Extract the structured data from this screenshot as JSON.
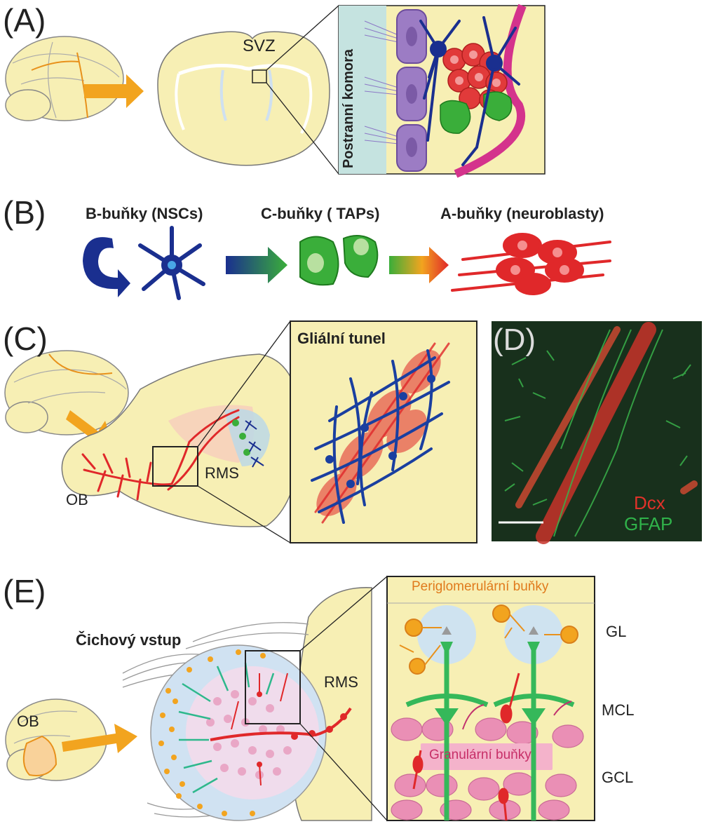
{
  "panels": {
    "a": {
      "letter": "(A)",
      "svz": "SVZ",
      "ventricle": "Postranní komora"
    },
    "b": {
      "letter": "(B)",
      "b_cells": "B-buňky (NSCs)",
      "c_cells": "C-buňky ( TAPs)",
      "a_cells": "A-buňky (neuroblasty)"
    },
    "c": {
      "letter": "(C)",
      "glial_tunnel": "Gliální tunel",
      "ob": "OB",
      "rms": "RMS"
    },
    "d": {
      "letter": "(D)",
      "dcx": "Dcx",
      "gfap": "GFAP"
    },
    "e": {
      "letter": "(E)",
      "olfactory_input": "Čichový vstup",
      "ob": "OB",
      "rms": "RMS",
      "periglomerular": "Periglomerulární buňky",
      "granular": "Granulární buňky",
      "gl": "GL",
      "mcl": "MCL",
      "gcl": "GCL"
    }
  },
  "colors": {
    "tissue": "#f7efb4",
    "arrow_orange": "#f2a41f",
    "nsc_blue": "#1a2f8f",
    "tap_green": "#3aae3a",
    "neuroblast_red": "#e0282a",
    "granule_pink": "#e9a7c6",
    "dark_bg": "#18301c"
  }
}
